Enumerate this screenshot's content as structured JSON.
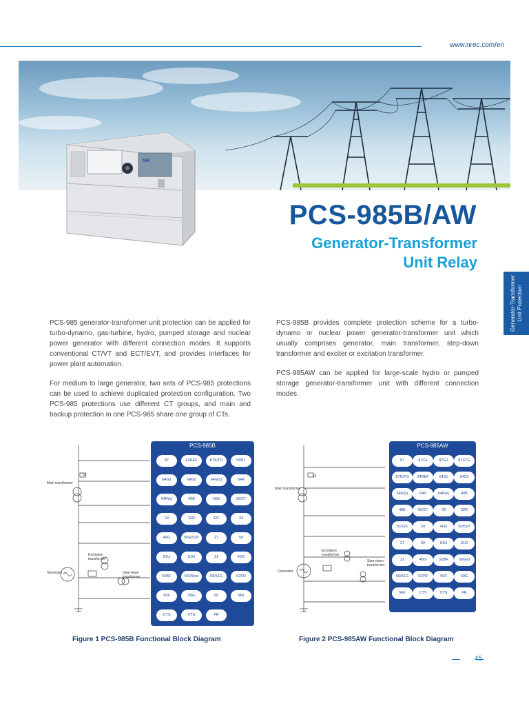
{
  "header": {
    "url": "www.nrec.com/en"
  },
  "hero": {
    "device_brand": "NR"
  },
  "title": "PCS-985B/AW",
  "subtitle": {
    "line1": "Generator-Transformer",
    "line2": "Unit Relay"
  },
  "side_tab": {
    "line1": "Generator-Transformer",
    "line2": "Unit Protection"
  },
  "left_column": {
    "p1": "PCS-985 generator-transformer unit protection can be applied for turbo-dynamo, gas-turbine, hydro, pumped storage and nuclear power generator with different connection modes. It supports conventional CT/VT and ECT/EVT, and provides interfaces for power plant automation.",
    "p2": "For medium to large generator, two sets of PCS-985 protections can be used to achieve duplicated protection configuration. Two PCS-985 protections use different CT groups, and main and backup protection in one PCS-985 share one group of CTs."
  },
  "right_column": {
    "p1": "PCS-985B provides complete protection scheme for a turbo-dynamo or nuclear power generator-transformer unit which usually comprises generator, main transformer, step-down transformer and exciter or excitation transformer.",
    "p2": "PCS-985AW can be applied for large-scale hydro or pumped storage generator-transformer unit with different connection modes."
  },
  "figure1": {
    "panel_title": "PCS-985B",
    "functions": [
      "87",
      "64REF",
      "87X/TD",
      "59NT",
      "64G1",
      "64G2",
      "64G(s)",
      "64R",
      "64R(s)",
      "49B",
      "40G",
      "59/27",
      "24",
      "32R",
      "32F",
      "24",
      "46G",
      "50G/51P",
      "27",
      "59",
      "81U",
      "81O",
      "21",
      "46G",
      "50BF",
      "50VMsd",
      "50/51G",
      "62PD",
      "50F",
      "59G",
      "60",
      "MR",
      "CTS",
      "VTS",
      "FR"
    ],
    "labels": {
      "main_transformer": "Main transformer",
      "excitation_transformer": "Excitation transformer",
      "stepdown_transformer": "Step-down transformer",
      "generator": "Generator",
      "breaker": "52"
    },
    "caption": "Figure 1 PCS-985B Functional Block Diagram"
  },
  "figure2": {
    "panel_title": "PCS-985AW",
    "functions": [
      "87",
      "87G1",
      "87G2",
      "87STG",
      "87N/TG",
      "64REF",
      "64S1",
      "64S2",
      "64R(s)",
      "64R",
      "64R(s)",
      "49B",
      "49E",
      "50/27",
      "78",
      "32R",
      "51/GS",
      "24",
      "40G",
      "50/51P",
      "27",
      "59",
      "81U",
      "81O",
      "21",
      "46G",
      "50BF",
      "50Gsd",
      "50/51G",
      "62PD",
      "50F",
      "59G",
      "MR",
      "CTS",
      "VTS",
      "FR"
    ],
    "labels": {
      "main_transformer": "Main transformer",
      "excitation_transformer": "Excitation transformer",
      "stepdown_transformer": "Step-down transformer",
      "generator": "Generator",
      "breaker": "52"
    },
    "caption": "Figure 2 PCS-985AW Functional Block Diagram"
  },
  "page_number": "45",
  "colors": {
    "brand_blue": "#16569a",
    "accent_cyan": "#16a0d6",
    "panel_blue": "#1f4a9a",
    "green_accent": "#9cc53a"
  }
}
